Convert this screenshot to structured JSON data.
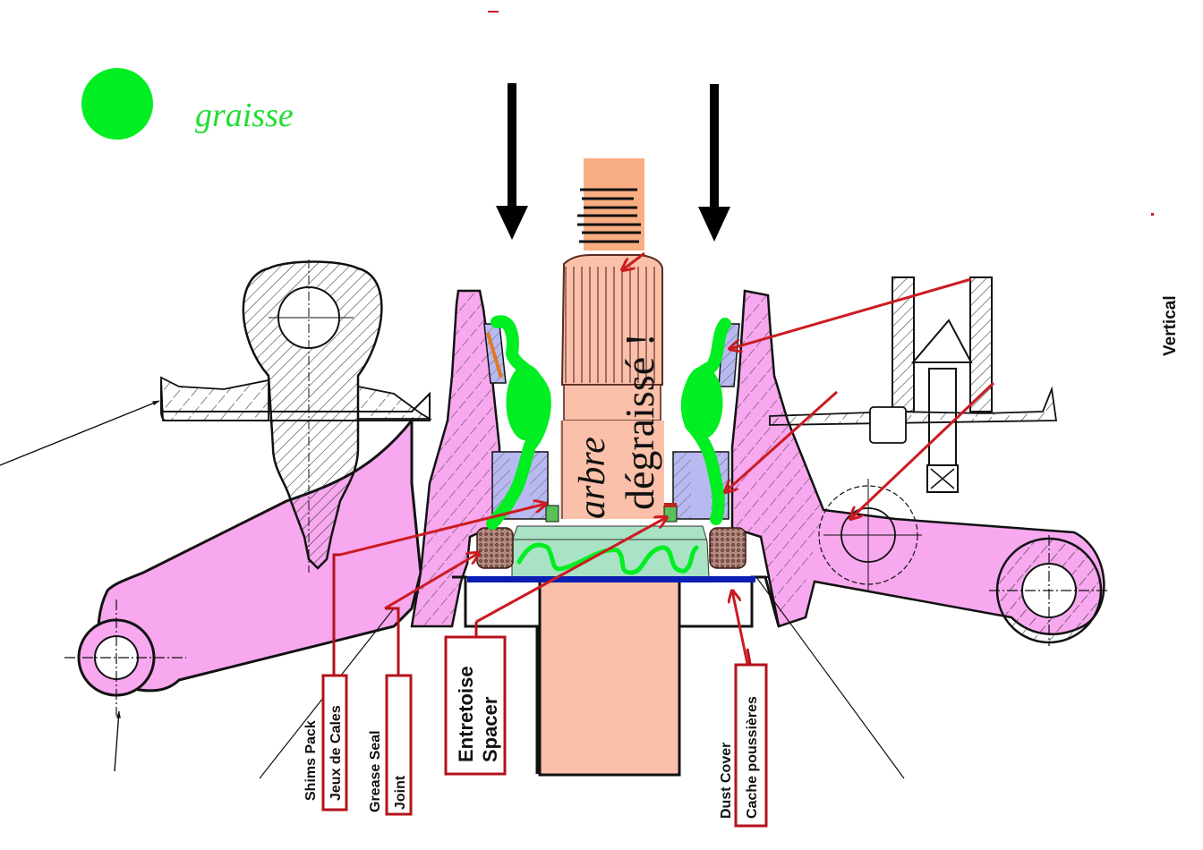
{
  "legend": {
    "grease_label": "graisse",
    "grease_color": "#00ee22"
  },
  "shaft": {
    "label_arbre": "arbre",
    "label_degraisse": "dégraissé !"
  },
  "orientation_label": "Vertical",
  "callouts": [
    {
      "en": "Shims Pack",
      "fr": "Jeux de Cales"
    },
    {
      "en": "Grease Seal",
      "fr": "Joint"
    },
    {
      "en": "Spacer",
      "fr": "Entretoise"
    },
    {
      "en": "Dust Cover",
      "fr": "Cache poussières"
    }
  ],
  "colors": {
    "housing": "#f7a8ee",
    "shaft": "#fbc0aa",
    "shaft_top": "#f9ad82",
    "bearing": "#b9b9f2",
    "spacer": "#a9e2c4",
    "seal": "#b58a80",
    "dust_cover": "#0a1eb4",
    "callout_red": "#b5121b",
    "arrow_red": "#cc1b22"
  }
}
